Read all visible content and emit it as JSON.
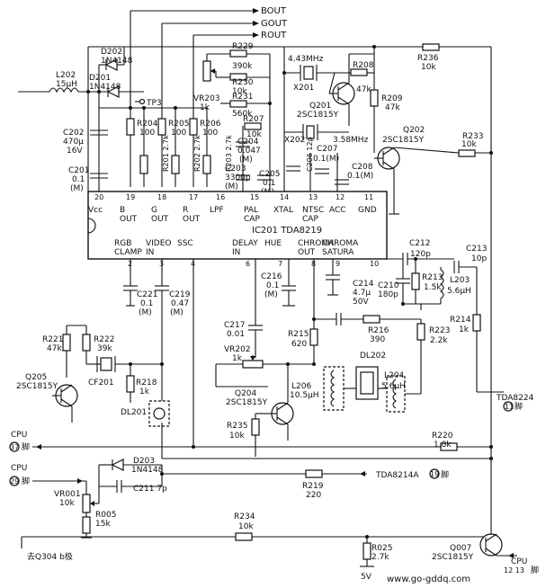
{
  "signals": {
    "bout": "BOUT",
    "gout": "GOUT",
    "rout": "ROUT"
  },
  "ic": {
    "name": "IC201 TDA8219",
    "top_pins": [
      {
        "num": "20",
        "label": "Vcc"
      },
      {
        "num": "19",
        "label": "B OUT"
      },
      {
        "num": "18",
        "label": "G OUT"
      },
      {
        "num": "17",
        "label": "R OUT"
      },
      {
        "num": "16",
        "label": "LPF"
      },
      {
        "num": "15",
        "label": "PAL CAP"
      },
      {
        "num": "14",
        "label": "XTAL"
      },
      {
        "num": "13",
        "label": "NTSC CAP"
      },
      {
        "num": "12",
        "label": "ACC"
      },
      {
        "num": "11",
        "label": "GND"
      }
    ],
    "bottom_pins": [
      {
        "num": "2",
        "label": "RGB CLAMP"
      },
      {
        "num": "3",
        "label": "VIDEO IN"
      },
      {
        "num": "4",
        "label": "SSC"
      },
      {
        "num": "6",
        "label": "DELAY IN"
      },
      {
        "num": "7",
        "label": "HUE"
      },
      {
        "num": "8",
        "label": "CHROMA OUT"
      },
      {
        "num": "9",
        "label": "CHROMA SATURA"
      },
      {
        "num": "10",
        "label": ""
      }
    ]
  },
  "components": {
    "L202": [
      "L202",
      "15μH"
    ],
    "D202": [
      "D202",
      "1N4148"
    ],
    "D201": [
      "D201",
      "1N4148"
    ],
    "TP3": [
      "TP3"
    ],
    "C202": [
      "C202",
      "470μ",
      "16V"
    ],
    "C201": [
      "C201",
      "0.1",
      "(M)"
    ],
    "R204": [
      "R204",
      "100"
    ],
    "R205": [
      "R205",
      "100"
    ],
    "R206": [
      "R206",
      "100"
    ],
    "R201": [
      "R201 2.7k"
    ],
    "R202": [
      "R202 2.7k"
    ],
    "R203": [
      "R203 2.7k"
    ],
    "R229": [
      "R229",
      "390k"
    ],
    "R230": [
      "R230",
      "10k"
    ],
    "VR203": [
      "VR203",
      "1k"
    ],
    "R231": [
      "R231",
      "560k"
    ],
    "R207": [
      "R207",
      "10k"
    ],
    "C204": [
      "C204",
      "0.047",
      "(M)"
    ],
    "C203": [
      "C203",
      "3300p",
      "(M)"
    ],
    "C205": [
      "C205",
      "0.1",
      "(M)"
    ],
    "C206": [
      "C206 12p"
    ],
    "X201": [
      "4.43MHz",
      "X201"
    ],
    "X202": [
      "X202",
      "3.58MHz"
    ],
    "C207": [
      "C207",
      "0.1(M)"
    ],
    "C208": [
      "C208",
      "0.1(M)"
    ],
    "R208": [
      "R208",
      "47k"
    ],
    "Q201": [
      "Q201",
      "2SC1815Y"
    ],
    "R209": [
      "R209",
      "47k"
    ],
    "R236": [
      "R236",
      "10k"
    ],
    "Q202": [
      "Q202",
      "2SC1815Y"
    ],
    "R233": [
      "R233",
      "10k"
    ],
    "C212": [
      "C212",
      "120p"
    ],
    "C213": [
      "C213",
      "10p"
    ],
    "R213": [
      "R213",
      "1.5k"
    ],
    "L203": [
      "L203",
      "5.6μH"
    ],
    "C214": [
      "C214",
      "4.7μ",
      "50V"
    ],
    "C210": [
      "C210",
      "180p"
    ],
    "C221": [
      "C221",
      "0.1",
      "(M)"
    ],
    "C219": [
      "C219",
      "0.47",
      "(M)"
    ],
    "C216": [
      "C216",
      "0.1",
      "(M)"
    ],
    "C217": [
      "C217",
      "0.01"
    ],
    "R215": [
      "R215",
      "620"
    ],
    "R216": [
      "R216",
      "390"
    ],
    "R223": [
      "R223",
      "2.2k"
    ],
    "R214": [
      "R214",
      "1k"
    ],
    "VR202": [
      "VR202",
      "1k"
    ],
    "DL202": [
      "DL202"
    ],
    "L206": [
      "L206",
      "10.5μH"
    ],
    "L204": [
      "L204",
      "5.6μH"
    ],
    "R221": [
      "R221",
      "47k"
    ],
    "R222": [
      "R222",
      "39k"
    ],
    "Q205": [
      "Q205",
      "2SC1815Y"
    ],
    "CF201": [
      "CF201"
    ],
    "R218": [
      "R218",
      "1k"
    ],
    "DL201": [
      "DL201"
    ],
    "Q204": [
      "Q204",
      "2SC1815Y"
    ],
    "R235": [
      "R235",
      "10k"
    ],
    "R220": [
      "R220",
      "1.8k"
    ],
    "D203": [
      "D203",
      "1N4148"
    ],
    "C211": [
      "C211 7p"
    ],
    "R219": [
      "R219",
      "220"
    ],
    "VR001": [
      "VR001",
      "10k"
    ],
    "R005": [
      "R005",
      "15k"
    ],
    "R234": [
      "R234",
      "10k"
    ],
    "R025": [
      "R025",
      "2.7k"
    ],
    "Q007": [
      "Q007",
      "2SC1815Y"
    ]
  },
  "external": {
    "tda8224_line1": "TDA8224",
    "tda8224_pin": "11",
    "tda8224_suffix": "脚",
    "cpu37_label": "CPU",
    "cpu37_pin": "37",
    "cpu37_suffix": "脚",
    "cpu29_label": "CPU",
    "cpu29_pin": "29",
    "cpu29_suffix": "脚",
    "tda8214a_label": "TDA8214A",
    "tda8214a_pin": "19",
    "tda8214a_suffix": "脚",
    "q304": "去Q304 b极",
    "five_v": "5V",
    "cpu_q007_label": "CPU",
    "cpu_q007_pins": "12 13",
    "cpu_q007_suffix": "脚"
  },
  "watermark": "www.go-gddq.com"
}
